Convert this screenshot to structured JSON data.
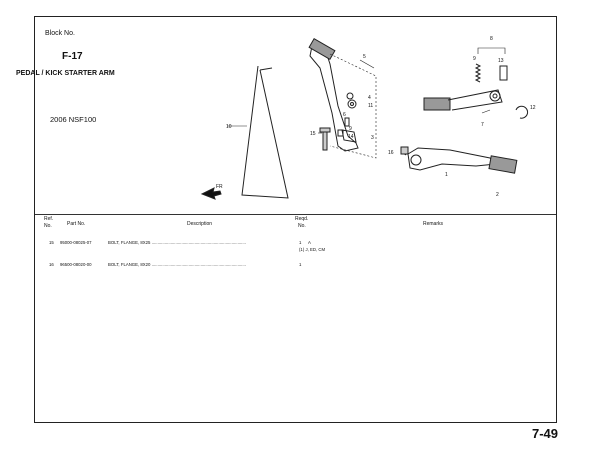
{
  "header": {
    "block_label": "Block No.",
    "block_code": "F-17",
    "section_title": "PEDAL / KICK STARTER ARM",
    "model": "2006 NSF100"
  },
  "diagram": {
    "callouts": [
      "1",
      "2",
      "3",
      "4",
      "5",
      "6",
      "7",
      "8",
      "9",
      "10",
      "11",
      "12",
      "13",
      "14",
      "15",
      "16"
    ],
    "direction_label": "FR"
  },
  "table": {
    "headers": {
      "ref": "Ref.",
      "ref2": "No.",
      "part": "Part No.",
      "desc": "Description",
      "qty": "Reqd.",
      "qty2": "No.",
      "remarks": "Remarks"
    },
    "rows": [
      {
        "ref": "15",
        "part": "95000-08025-07",
        "desc": "BOLT, FLANGE, 8X25 ...............................................................................",
        "qty": "1",
        "note": "A",
        "sub": "(1)   J, ED, CM"
      },
      {
        "ref": "16",
        "part": "96500-08020-00",
        "desc": "BOLT, FLANGE, 8X20 ...............................................................................",
        "qty": "1",
        "note": "",
        "sub": ""
      }
    ]
  },
  "page_number": "7-49"
}
